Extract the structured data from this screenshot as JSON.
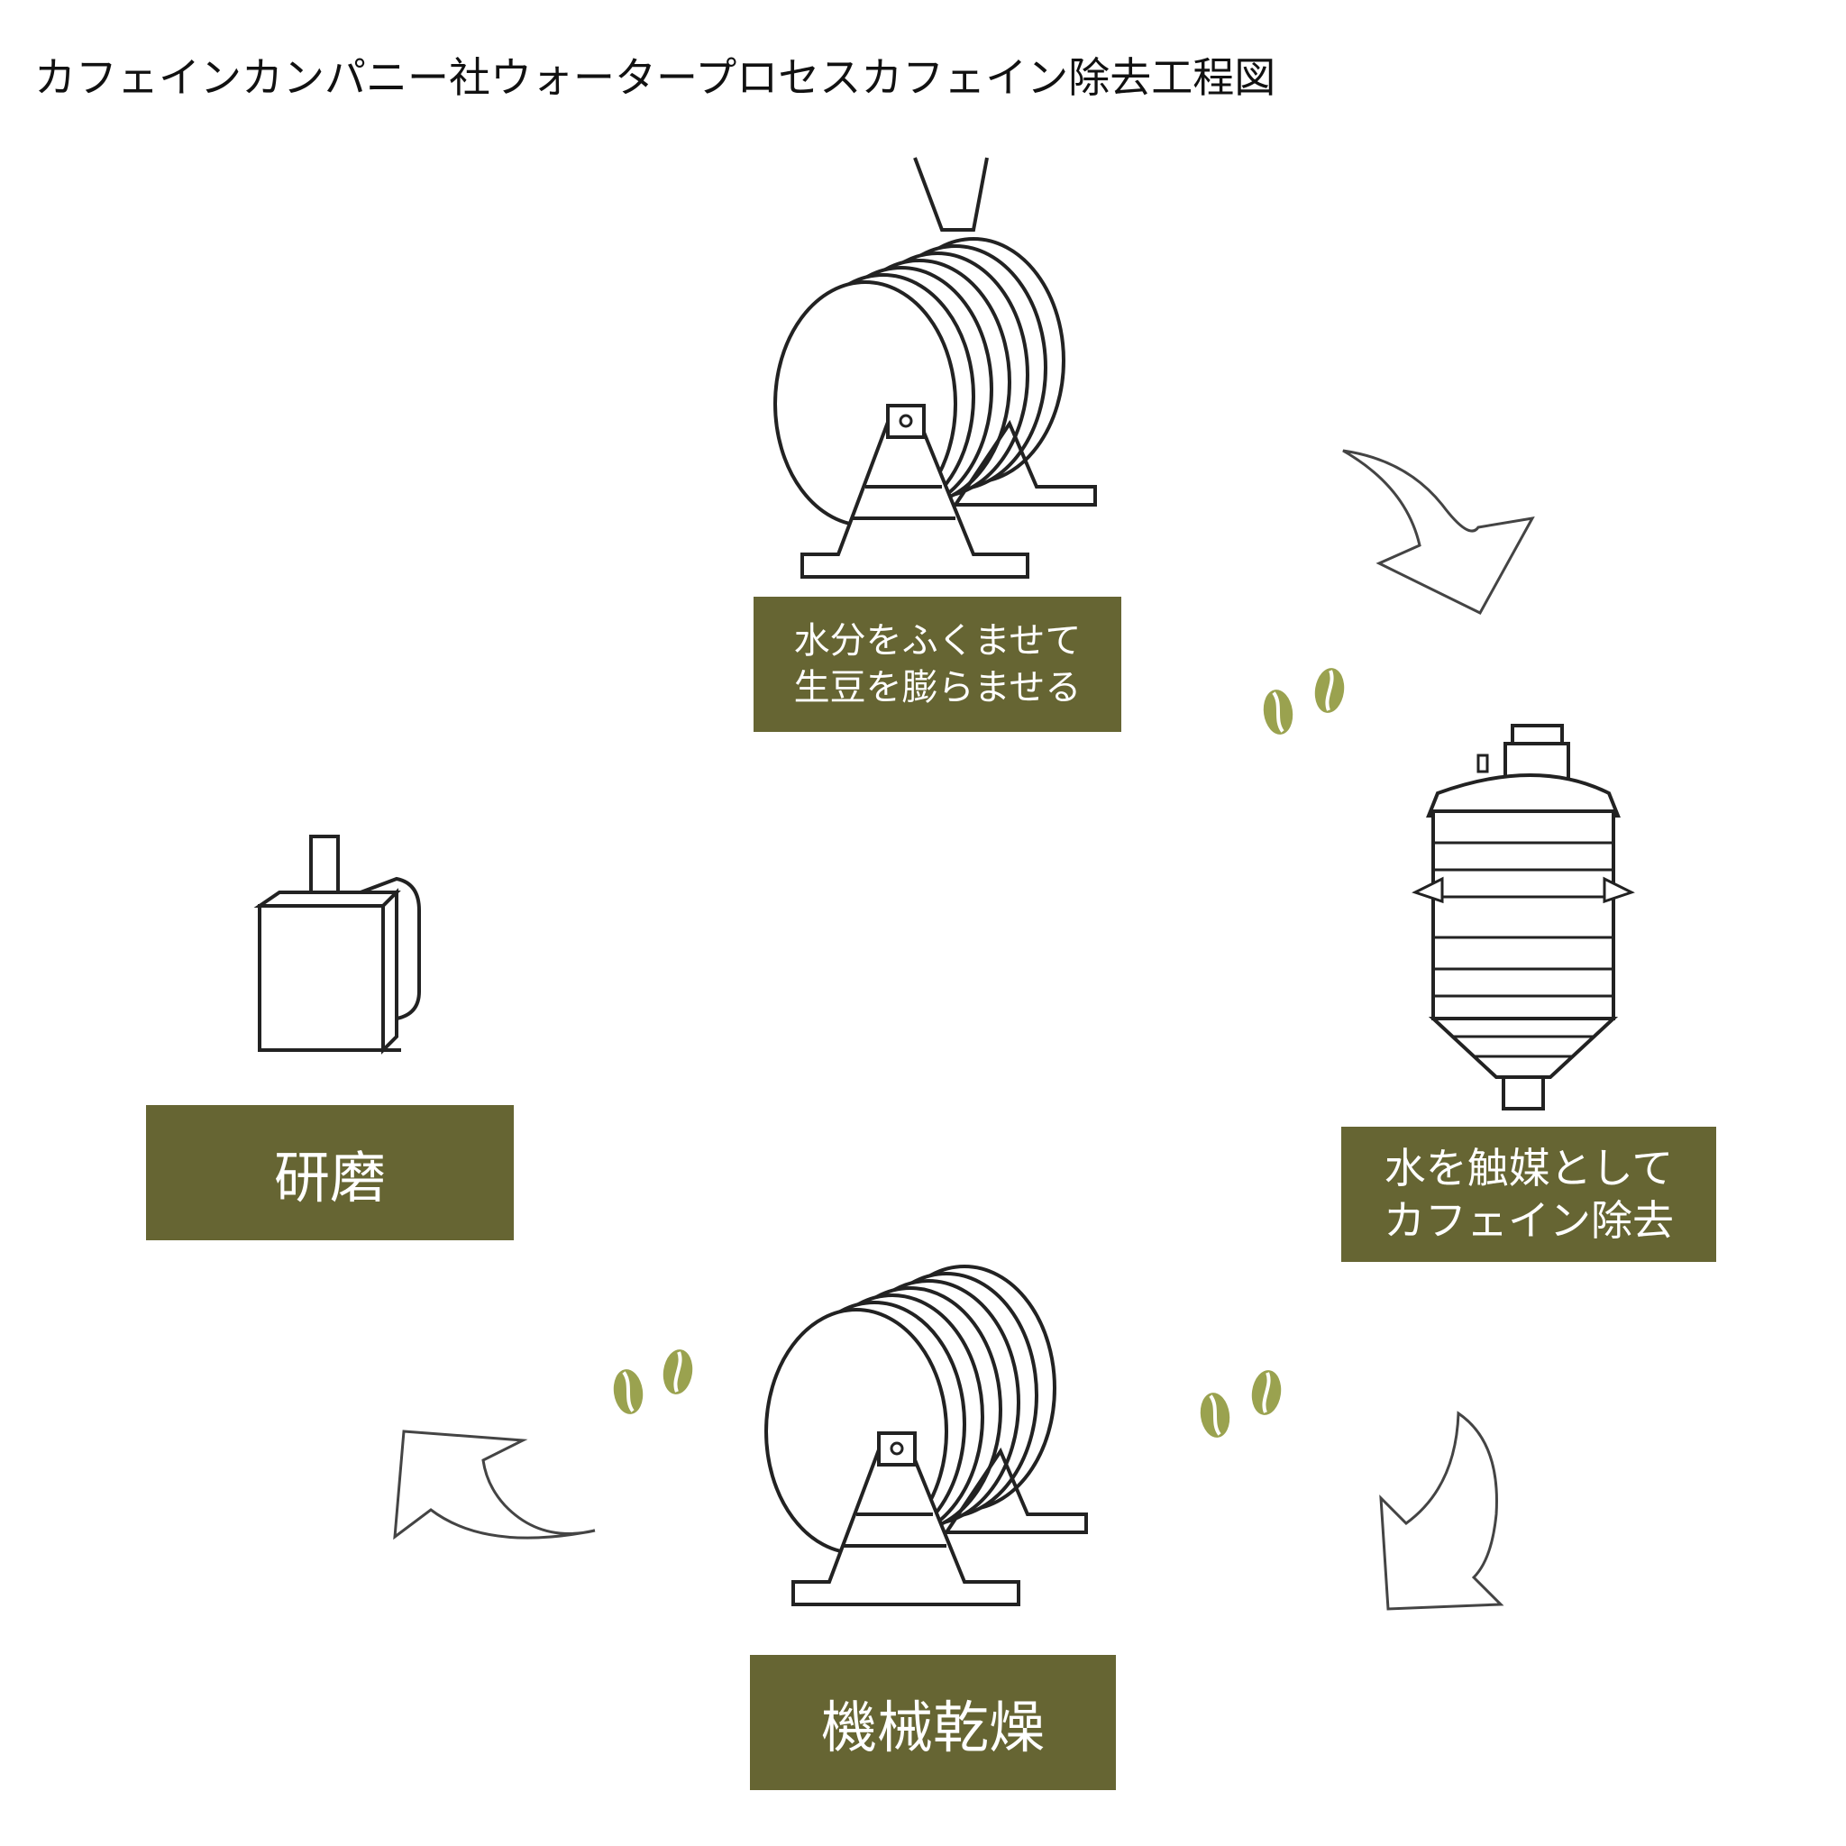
{
  "title": "カフェインカンパニー社ウォータープロセスカフェイン除去工程図",
  "steps": {
    "soak": {
      "line1": "水分をふくませて",
      "line2": "生豆を膨らませる"
    },
    "decaf": {
      "line1": "水を触媒として",
      "line2": "カフェイン除去"
    },
    "dry": {
      "label": "機械乾燥"
    },
    "polish": {
      "label": "研磨"
    }
  },
  "icons": {
    "hopper": "hopper-icon",
    "drum": "rotary-drum-icon",
    "tank": "extraction-tank-icon",
    "polisher": "polishing-machine-icon",
    "arrow": "curved-arrow-icon",
    "bean": "coffee-bean-icon"
  },
  "colors": {
    "label_background": "#666533",
    "label_text": "#ffffff",
    "bean": "#9aa24f",
    "line_art": "#222222"
  }
}
